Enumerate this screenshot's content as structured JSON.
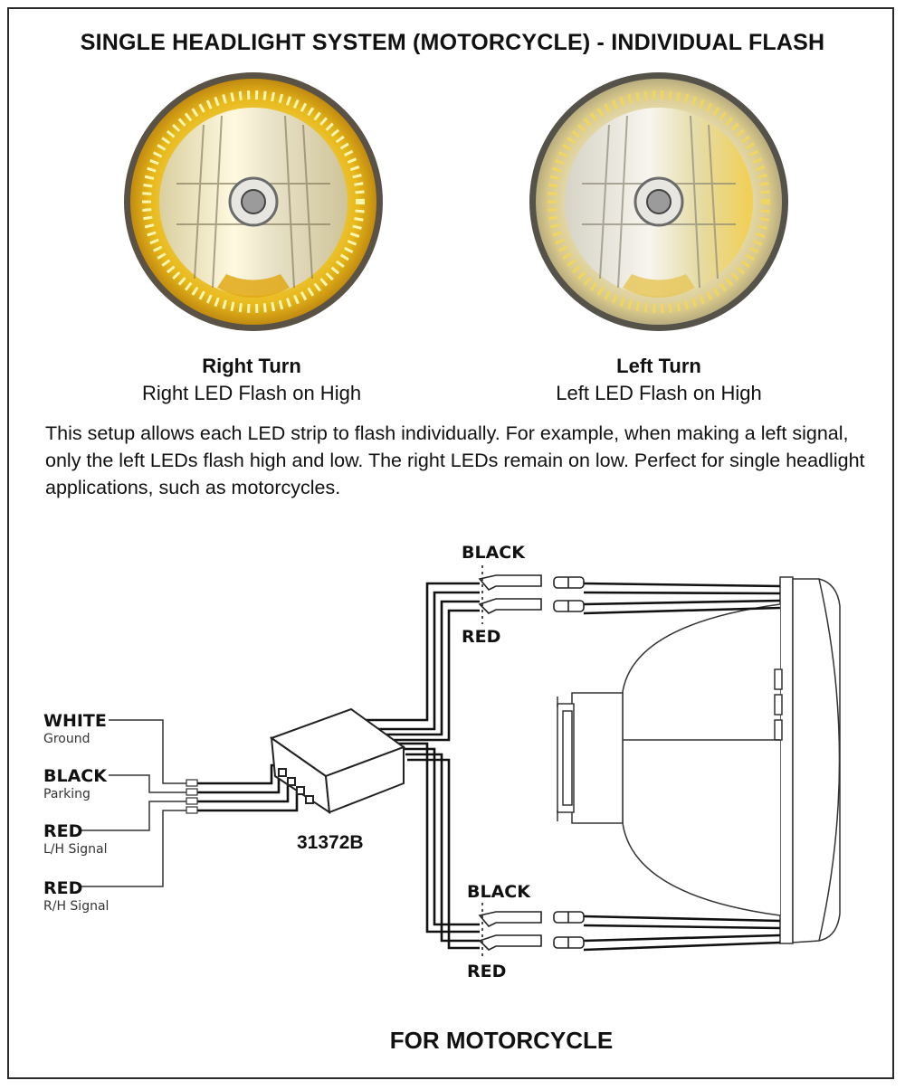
{
  "title": "SINGLE HEADLIGHT SYSTEM (MOTORCYCLE) - INDIVIDUAL FLASH",
  "headlights": [
    {
      "caption_title": "Right Turn",
      "caption_sub": "Right LED Flash on High",
      "bright_side": "left"
    },
    {
      "caption_title": "Left Turn",
      "caption_sub": "Left LED Flash on High",
      "bright_side": "right"
    }
  ],
  "description": "This setup allows each LED strip to flash individually. For example, when making a left signal, only the left LEDs flash high and low. The right LEDs remain on low. Perfect for single headlight applications, such as motorcycles.",
  "colors": {
    "led_amber": "#f2c21a",
    "wire": "#111111",
    "frame": "#2a2a2a"
  },
  "wiring": {
    "inputs": [
      {
        "name": "WHITE",
        "sub": "Ground"
      },
      {
        "name": "BLACK",
        "sub": "Parking"
      },
      {
        "name": "RED",
        "sub": "L/H Signal"
      },
      {
        "name": "RED",
        "sub": "R/H Signal"
      }
    ],
    "module_part_number": "31372B",
    "top_connector": {
      "top_label": "BLACK",
      "bottom_label": "RED"
    },
    "bottom_connector": {
      "top_label": "BLACK",
      "bottom_label": "RED"
    }
  },
  "footer": "FOR MOTORCYCLE"
}
